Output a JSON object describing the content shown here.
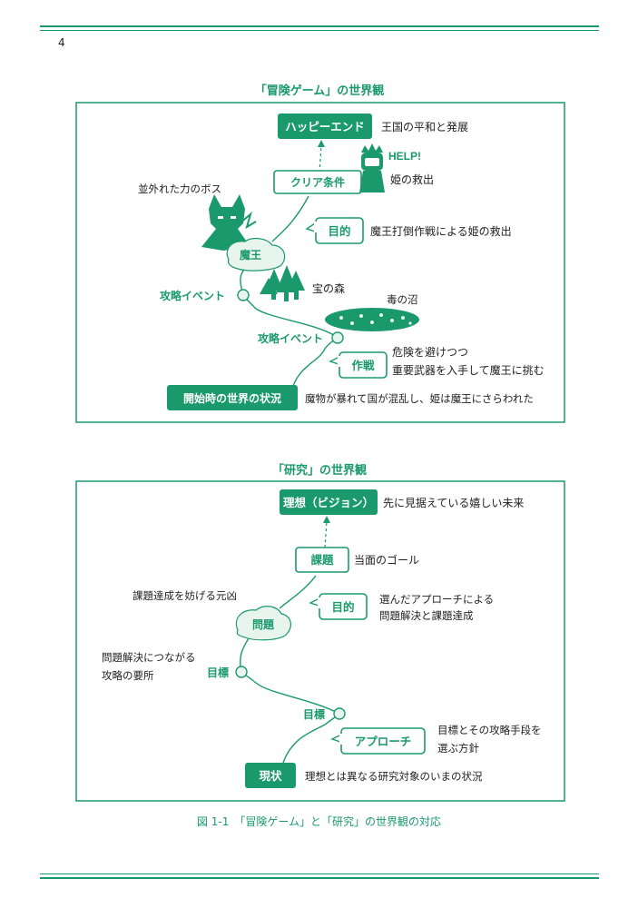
{
  "page": {
    "number": "4",
    "caption": "図 1-1　「冒険ゲーム」と「研究」の世界観の対応"
  },
  "colors": {
    "accent": "#1a9a6c",
    "tint": "#e8f4ee",
    "ink": "#222222"
  },
  "adventure": {
    "title": "「冒険ゲーム」の世界観",
    "goal": "ハッピーエンド",
    "goal_note": "王国の平和と発展",
    "clear_condition": "クリア条件",
    "princess_help": "HELP!",
    "princess_note": "姫の救出",
    "boss_note": "並外れた力のボス",
    "purpose_label": "目的",
    "purpose_note": "魔王打倒作戦による姫の救出",
    "boss_label": "魔王",
    "treasure_note": "宝の森",
    "event1": "攻略イベント",
    "poison_note": "毒の沼",
    "event2": "攻略イベント",
    "strategy_label": "作戦",
    "strategy_note_line1": "危険を避けつつ",
    "strategy_note_line2": "重要武器を入手して魔王に挑む",
    "start_label": "開始時の世界の状況",
    "start_note": "魔物が暴れて国が混乱し、姫は魔王にさらわれた"
  },
  "research": {
    "title": "「研究」の世界観",
    "goal": "理想（ビジョン）",
    "goal_note": "先に見据えている嬉しい未来",
    "task_label": "課題",
    "task_note": "当面のゴール",
    "obstacle_note": "課題達成を妨げる元凶",
    "purpose_label": "目的",
    "purpose_note_line1": "選んだアプローチによる",
    "purpose_note_line2": "問題解決と課題達成",
    "problem_label": "問題",
    "target1_note_line1": "問題解決につながる",
    "target1_note_line2": "攻略の要所",
    "target1": "目標",
    "target2": "目標",
    "approach_label": "アプローチ",
    "approach_note_line1": "目標とその攻略手段を",
    "approach_note_line2": "選ぶ方針",
    "current_label": "現状",
    "current_note": "理想とは異なる研究対象のいまの状況"
  }
}
